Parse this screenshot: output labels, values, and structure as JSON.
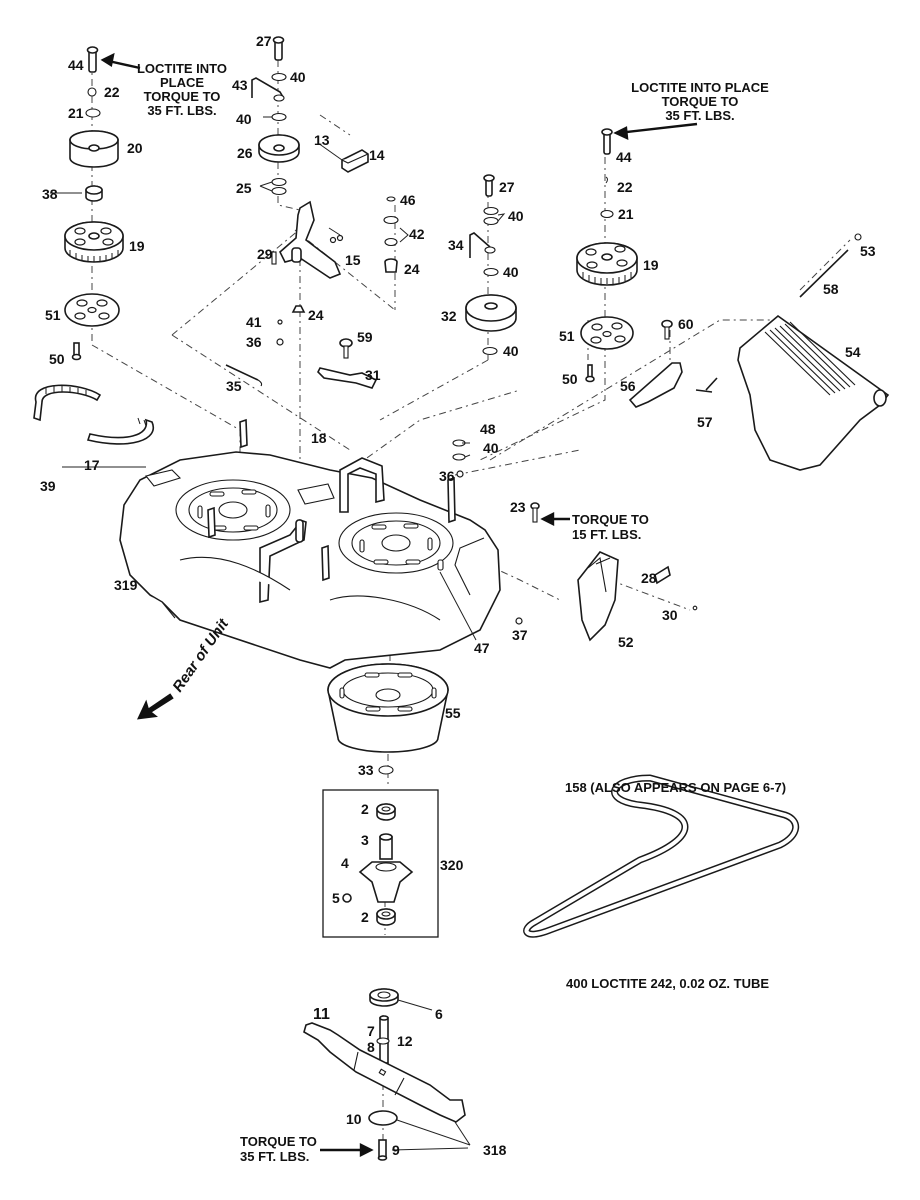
{
  "document": {
    "type": "exploded parts diagram",
    "subject": "mower deck assembly"
  },
  "notes": {
    "left_loctite": [
      "LOCTITE INTO",
      "PLACE",
      "TORQUE TO",
      "35 FT. LBS."
    ],
    "right_loctite": [
      "LOCTITE INTO PLACE",
      "TORQUE TO",
      "35 FT. LBS."
    ],
    "torque_15": [
      "TORQUE TO",
      "15 FT. LBS."
    ],
    "torque_blade": [
      "TORQUE TO",
      "35 FT. LBS."
    ],
    "belt_note": "158  (ALSO APPEARS ON PAGE 6-7)",
    "loctite_note": "400  LOCTITE 242, 0.02 OZ. TUBE",
    "rear_of_unit": "Rear of Unit"
  },
  "callouts": {
    "left_stack": {
      "p44": "44",
      "p22": "22",
      "p21": "21",
      "p20": "20",
      "p38": "38",
      "p19": "19",
      "p51": "51",
      "p50": "50",
      "p17": "17",
      "p39": "39",
      "p319": "319"
    },
    "idler_stack": {
      "p27": "27",
      "p40a": "40",
      "p43": "43",
      "p40b": "40",
      "p26": "26",
      "p25": "25",
      "p13": "13",
      "p14": "14",
      "p29": "29",
      "p15": "15",
      "p41": "41",
      "p36": "36",
      "p24b": "24",
      "p35": "35",
      "p18": "18"
    },
    "center_stack": {
      "p46": "46",
      "p42": "42",
      "p24a": "24",
      "p27": "27",
      "p40a": "40",
      "p34": "34",
      "p40b": "40",
      "p32": "32",
      "p40c": "40",
      "p59": "59",
      "p31": "31",
      "p48": "48",
      "p40d": "40",
      "p36": "36",
      "p23": "23",
      "p47": "47",
      "p37": "37"
    },
    "right_stack": {
      "p44": "44",
      "p22": "22",
      "p21": "21",
      "p19": "19",
      "p51": "51",
      "p50": "50",
      "p53": "53",
      "p58": "58",
      "p54": "54",
      "p60": "60",
      "p56": "56",
      "p57": "57",
      "p52": "52",
      "p28": "28",
      "p30": "30"
    },
    "spindle_stack": {
      "p55": "55",
      "p33": "33",
      "p2a": "2",
      "p3": "3",
      "p4": "4",
      "p320": "320",
      "p5": "5",
      "p2b": "2",
      "p6": "6",
      "p7": "7",
      "p8": "8",
      "p11": "11",
      "p12": "12",
      "p10": "10",
      "p9": "9",
      "p318": "318"
    }
  }
}
